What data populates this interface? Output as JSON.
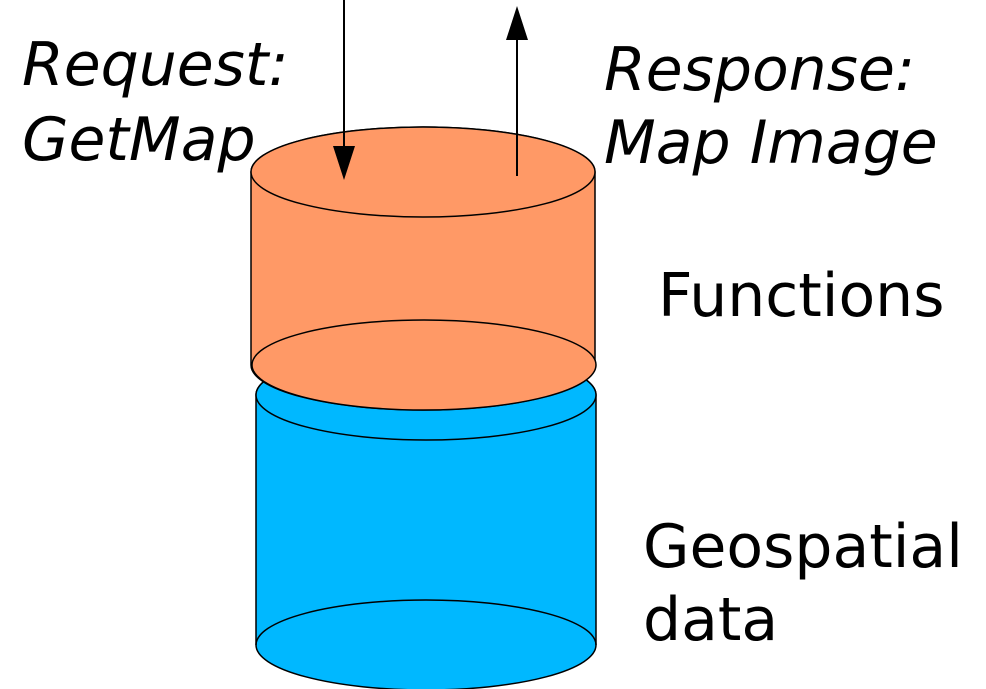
{
  "request": {
    "line1": "Request:",
    "line2": "GetMap"
  },
  "response": {
    "line1": "Response:",
    "line2": "Map Image"
  },
  "layers": {
    "functions": {
      "label": "Functions",
      "color": "#ff9966"
    },
    "data": {
      "label_line1": "Geospatial",
      "label_line2": "data",
      "color": "#00b8ff"
    }
  }
}
